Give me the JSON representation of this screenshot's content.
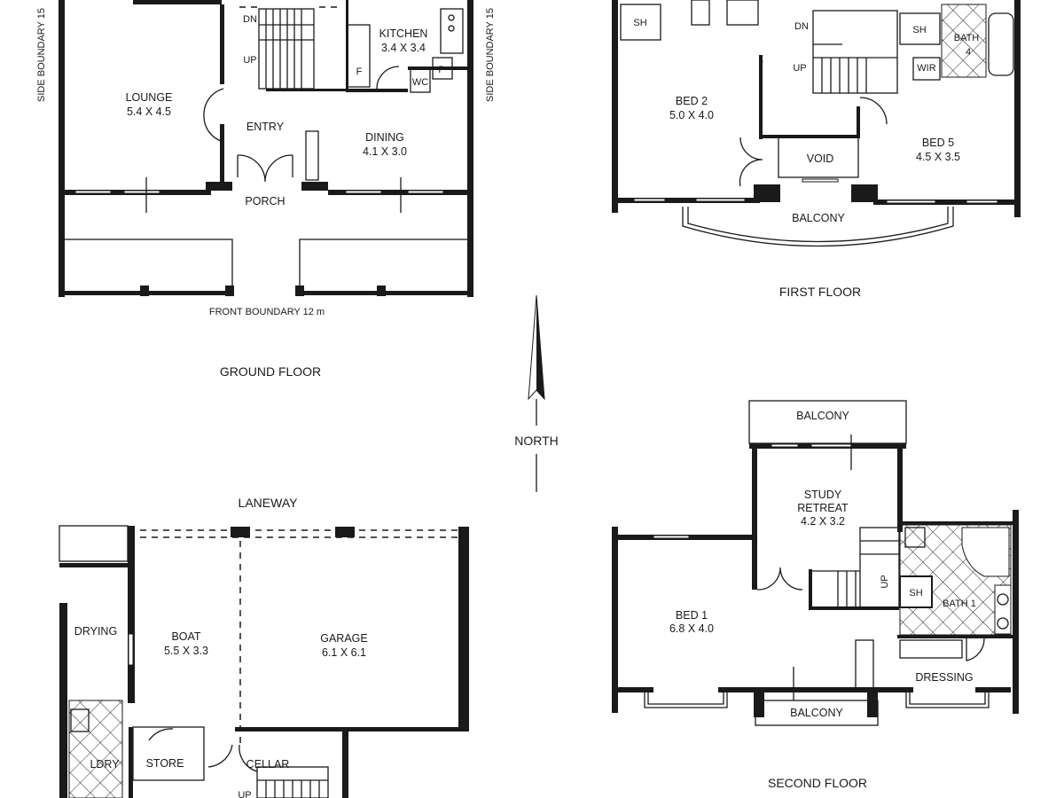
{
  "ground_floor": {
    "title": "GROUND FLOOR",
    "side_boundary_left": "SIDE BOUNDARY 15",
    "side_boundary_right": "SIDE BOUNDARY 15",
    "front_boundary": "FRONT BOUNDARY 12 m",
    "stairs_dn": "DN",
    "stairs_up": "UP",
    "rooms": [
      {
        "name": "LOUNGE",
        "size": "5.4 X 4.5"
      },
      {
        "name": "KITCHEN",
        "size": "3.4 X 3.4"
      },
      {
        "name": "DINING",
        "size": "4.1 X 3.0"
      },
      {
        "name": "ENTRY"
      },
      {
        "name": "PORCH"
      },
      {
        "name": "F"
      },
      {
        "name": "WC"
      },
      {
        "name": "P"
      }
    ]
  },
  "first_floor": {
    "title": "FIRST FLOOR",
    "stairs_dn": "DN",
    "stairs_up": "UP",
    "rooms": [
      {
        "name": "BED 2",
        "size": "5.0 X 4.0"
      },
      {
        "name": "BED 5",
        "size": "4.5 X 3.5"
      },
      {
        "name": "VOID"
      },
      {
        "name": "BALCONY"
      },
      {
        "name": "SH"
      },
      {
        "name": "SH"
      },
      {
        "name": "WIR"
      },
      {
        "name": "BATH",
        "size": "4"
      }
    ]
  },
  "second_floor": {
    "title": "SECOND FLOOR",
    "stairs_up": "UP",
    "rooms": [
      {
        "name": "BALCONY"
      },
      {
        "name": "STUDY",
        "name2": "RETREAT",
        "size": "4.2 X 3.2"
      },
      {
        "name": "BED 1",
        "size": "6.8 X 4.0"
      },
      {
        "name": "SH"
      },
      {
        "name": "BATH 1"
      },
      {
        "name": "DRESSING"
      },
      {
        "name": "BALCONY"
      }
    ]
  },
  "lower_floor": {
    "laneway": "LANEWAY",
    "stairs_up": "UP",
    "rooms": [
      {
        "name": "DRYING"
      },
      {
        "name": "BOAT",
        "size": "5.5 X 3.3"
      },
      {
        "name": "GARAGE",
        "size": "6.1 X 6.1"
      },
      {
        "name": "STORE"
      },
      {
        "name": "CELLAR"
      },
      {
        "name": "LDRY"
      }
    ]
  },
  "north_arrow": {
    "label": "NORTH"
  }
}
